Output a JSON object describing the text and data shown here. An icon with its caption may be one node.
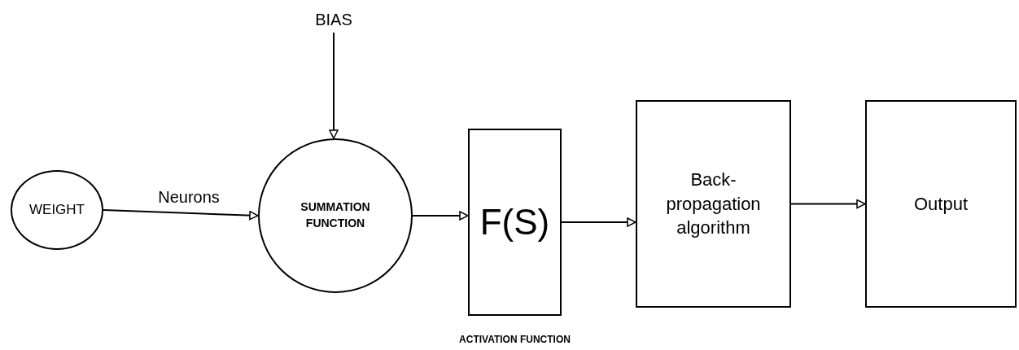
{
  "diagram": {
    "nodes": [
      {
        "text": [
          "BIAS"
        ]
      },
      {
        "text": [
          "WEIGHT"
        ]
      },
      {
        "text": [
          "SUMMATION FUNCTION"
        ]
      },
      {
        "text": [
          "F(S)"
        ],
        "beside": [
          "ACTIVATION FUNCTION"
        ]
      },
      {
        "text": [
          "Back- propagation algorithm"
        ]
      },
      {
        "text": [
          "Output"
        ]
      }
    ],
    "edges": [
      {
        "from": 0,
        "to": 2,
        "arrow": "to"
      },
      {
        "from": 1,
        "to": 2,
        "arrow": "to",
        "label": "Neurons"
      },
      {
        "from": 2,
        "to": 3,
        "arrow": "to"
      },
      {
        "from": 3,
        "to": 4,
        "arrow": "to"
      },
      {
        "from": 4,
        "to": 5,
        "arrow": "to"
      }
    ]
  }
}
